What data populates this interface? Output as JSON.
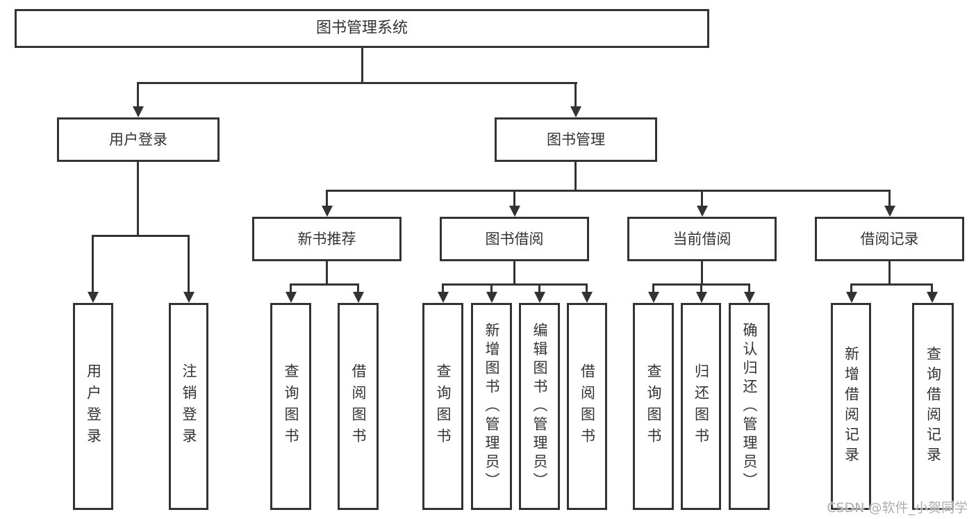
{
  "diagram_title": "图书管理系统",
  "watermark": "CSDN @软件_小贺同学",
  "colors": {
    "line": "#333333",
    "box_border": "#333333",
    "box_background": "#ffffff",
    "text": "#333333",
    "watermark_text": "#aeaeae"
  },
  "nodes": {
    "root": {
      "label": "图书管理系统"
    },
    "user_login": {
      "label": "用户登录"
    },
    "book_mgmt": {
      "label": "图书管理"
    },
    "new_book_rec": {
      "label": "新书推荐"
    },
    "book_borrow": {
      "label": "图书借阅"
    },
    "current_borrow": {
      "label": "当前借阅"
    },
    "borrow_records": {
      "label": "借阅记录"
    },
    "leaf_a1": {
      "label": "用户登录"
    },
    "leaf_a2": {
      "label": "注销登录"
    },
    "leaf_b1": {
      "label": "查询图书"
    },
    "leaf_b2": {
      "label": "借阅图书"
    },
    "leaf_c1": {
      "label": "查询图书"
    },
    "leaf_c2": {
      "label": "新增图书（管理员）"
    },
    "leaf_c3": {
      "label": "编辑图书（管理员）"
    },
    "leaf_c4": {
      "label": "借阅图书"
    },
    "leaf_d1": {
      "label": "查询图书"
    },
    "leaf_d2": {
      "label": "归还图书"
    },
    "leaf_d3": {
      "label": "确认归还（管理员）"
    },
    "leaf_e1": {
      "label": "新增借阅记录"
    },
    "leaf_e2": {
      "label": "查询借阅记录"
    }
  },
  "edges": [
    {
      "from": "root",
      "to": "user_login"
    },
    {
      "from": "root",
      "to": "book_mgmt"
    },
    {
      "from": "user_login",
      "to": "leaf_a1"
    },
    {
      "from": "user_login",
      "to": "leaf_a2"
    },
    {
      "from": "book_mgmt",
      "to": "new_book_rec"
    },
    {
      "from": "book_mgmt",
      "to": "book_borrow"
    },
    {
      "from": "book_mgmt",
      "to": "current_borrow"
    },
    {
      "from": "book_mgmt",
      "to": "borrow_records"
    },
    {
      "from": "new_book_rec",
      "to": "leaf_b1"
    },
    {
      "from": "new_book_rec",
      "to": "leaf_b2"
    },
    {
      "from": "book_borrow",
      "to": "leaf_c1"
    },
    {
      "from": "book_borrow",
      "to": "leaf_c2"
    },
    {
      "from": "book_borrow",
      "to": "leaf_c3"
    },
    {
      "from": "book_borrow",
      "to": "leaf_c4"
    },
    {
      "from": "current_borrow",
      "to": "leaf_d1"
    },
    {
      "from": "current_borrow",
      "to": "leaf_d2"
    },
    {
      "from": "current_borrow",
      "to": "leaf_d3"
    },
    {
      "from": "borrow_records",
      "to": "leaf_e1"
    },
    {
      "from": "borrow_records",
      "to": "leaf_e2"
    }
  ]
}
